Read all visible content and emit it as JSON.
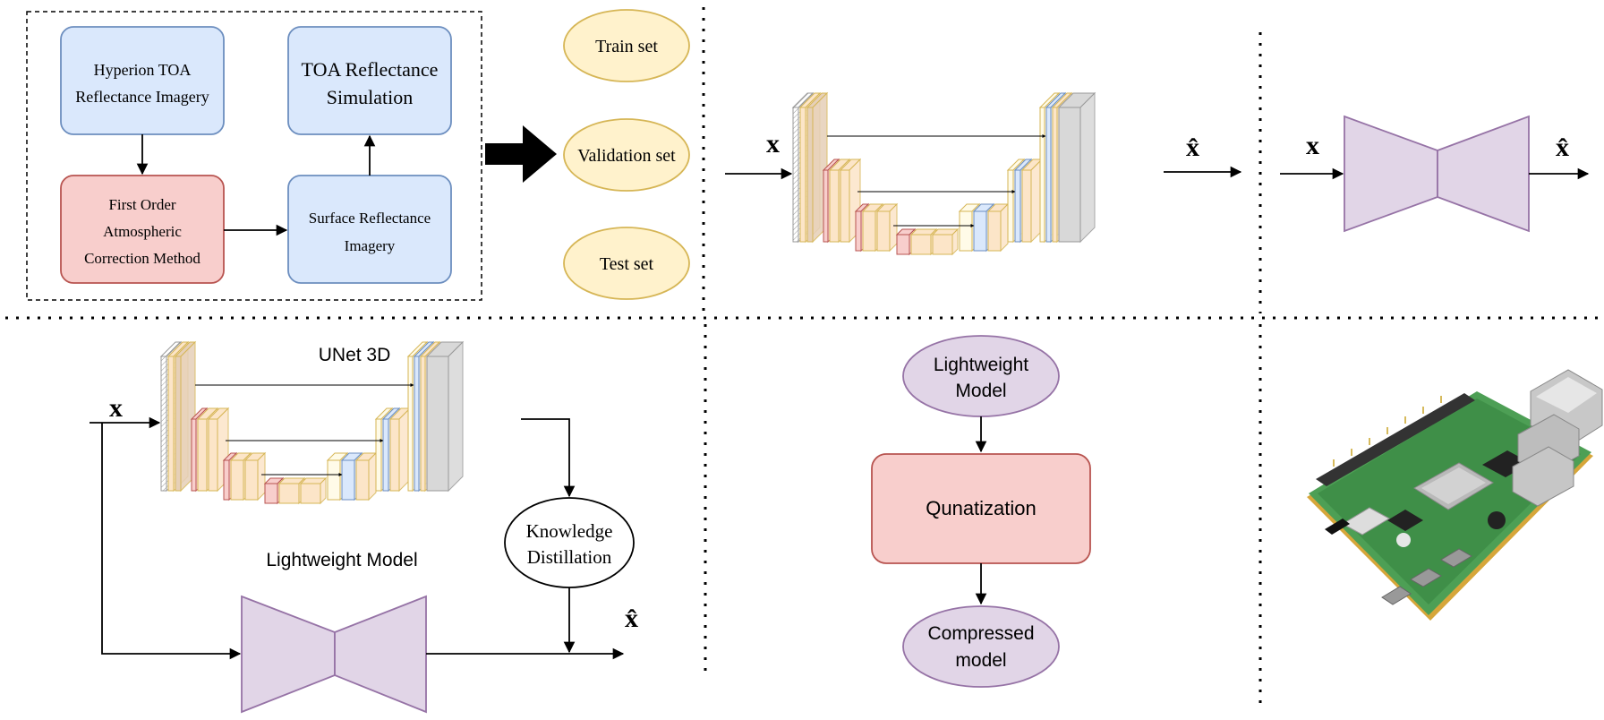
{
  "colors": {
    "blue_fill": "#dae8fc",
    "blue_stroke": "#6c8ebf",
    "red_fill": "#f8cecc",
    "red_stroke": "#b85450",
    "yellow_fill": "#fff2cc",
    "yellow_stroke": "#d6b656",
    "purple_fill": "#e1d5e7",
    "purple_stroke": "#9673a6",
    "tan_fill": "#e6d0b8",
    "beige_fill": "#fce5c8",
    "gray_fill": "#d8d8d8"
  },
  "preprocessing": {
    "hyperion_line1": "Hyperion TOA",
    "hyperion_line2": "Reflectance Imagery",
    "toa_sim_line1": "TOA Reflectance",
    "toa_sim_line2": "Simulation",
    "first_order_line1": "First Order",
    "first_order_line2": "Atmospheric",
    "first_order_line3": "Correction Method",
    "surface_line1": "Surface Reflectance",
    "surface_line2": "Imagery"
  },
  "splits": {
    "train": "Train set",
    "validation": "Validation set",
    "test": "Test set"
  },
  "symbols": {
    "input": "x",
    "output": "x̂"
  },
  "distillation": {
    "unet_label": "UNet 3D",
    "lightweight_label": "Lightweight Model",
    "kd_line1": "Knowledge",
    "kd_line2": "Distillation"
  },
  "compression": {
    "lightweight_line1": "Lightweight",
    "lightweight_line2": "Model",
    "quantization": "Qunatization",
    "compressed_line1": "Compressed",
    "compressed_line2": "model"
  },
  "device": {
    "icon": "raspberry-pi-board-icon"
  }
}
